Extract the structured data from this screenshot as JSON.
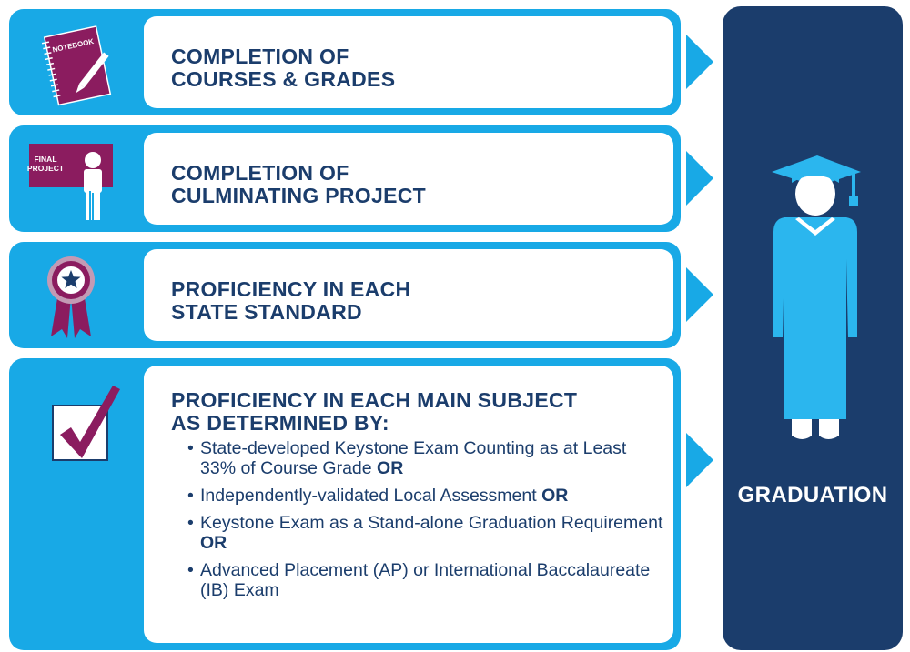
{
  "rows": [
    {
      "title_lines": [
        "COMPLETION OF",
        "COURSES & GRADES"
      ],
      "icon": "notebook-icon",
      "icon_text": "NOTEBOOK"
    },
    {
      "title_lines": [
        "COMPLETION OF",
        "CULMINATING PROJECT"
      ],
      "icon": "presentation-board-icon",
      "icon_text": [
        "FINAL",
        "PROJECT"
      ]
    },
    {
      "title_lines": [
        "PROFICIENCY IN EACH",
        "STATE STANDARD"
      ],
      "icon": "award-ribbon-icon"
    },
    {
      "title_lines": [
        "PROFICIENCY IN EACH MAIN SUBJECT",
        "AS DETERMINED BY:"
      ],
      "icon": "checkmark-icon",
      "bullets": [
        {
          "text": "State-developed Keystone Exam Counting as at Least 33% of Course Grade",
          "suffix": "OR"
        },
        {
          "text": "Independently-validated Local Assessment",
          "suffix": "OR"
        },
        {
          "text": "Keystone Exam as a Stand-alone Graduation Requirement",
          "suffix": "OR"
        },
        {
          "text": "Advanced Placement (AP) or International Baccalaureate (IB) Exam",
          "suffix": ""
        }
      ]
    }
  ],
  "graduation": {
    "label": "GRADUATION",
    "icon": "graduate-icon"
  },
  "colors": {
    "blue": "#18a9e6",
    "navy": "#1b3d6c",
    "purple": "#8b1c5f",
    "light_blue": "#2bb6ee"
  }
}
